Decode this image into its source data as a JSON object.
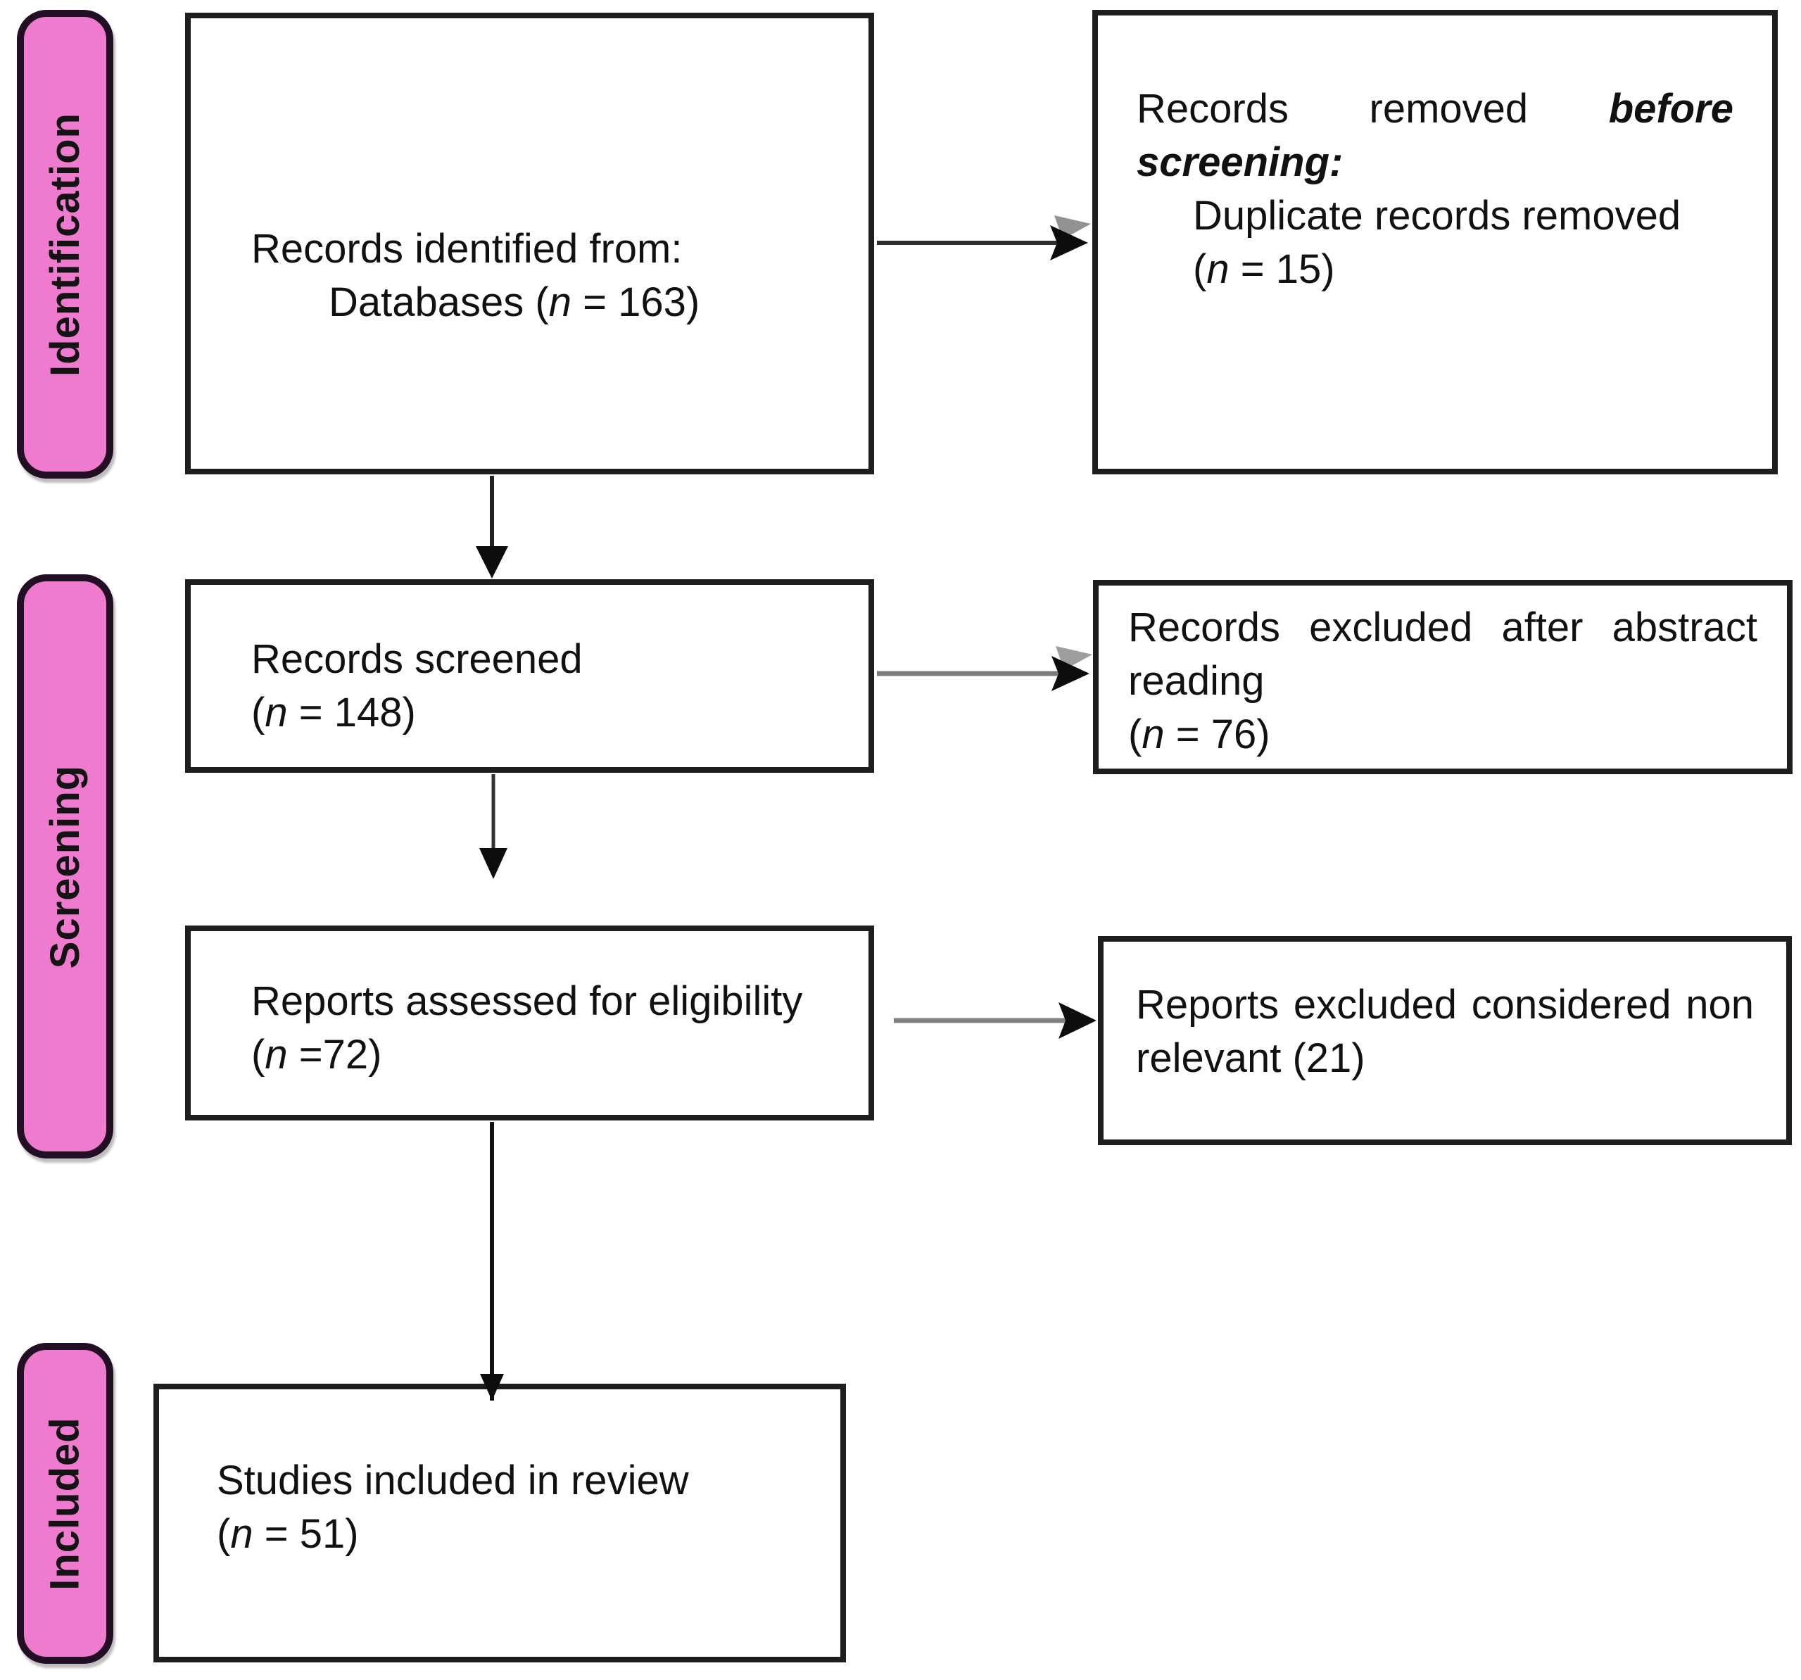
{
  "figure": {
    "kind": "PRISMA flow diagram",
    "background": "#ffffff"
  },
  "colors": {
    "stage_fill": "#ee7bce",
    "stage_border": "#220f24",
    "box_border": "#1e1e1e",
    "box_fill": "#ffffff",
    "text": "#111111",
    "arrow_line_dark": "#2e2e2e",
    "arrow_line_gray": "#7d7d7d",
    "arrow_head": "#0d0d0d"
  },
  "stages": {
    "identification": "Identification",
    "screening": "Screening",
    "included": "Included"
  },
  "boxes": {
    "identified": {
      "line1": "Records identified from:",
      "line2_prefix": "Databases (",
      "line2_n": "n",
      "line2_suffix": " = 163)"
    },
    "removed_before_screening": {
      "word1": "Records",
      "word2": "removed",
      "word3_italic": "before",
      "line2_italic": "screening:",
      "line3": "Duplicate records removed",
      "line4_prefix": "(",
      "line4_n": "n",
      "line4_suffix": " = 15)"
    },
    "screened": {
      "line1": "Records screened",
      "line2_prefix": "(",
      "line2_n": "n",
      "line2_suffix": " = 148)"
    },
    "excluded_after_abstract": {
      "word1": "Records",
      "word2": "excluded",
      "word3": "after",
      "word4": "abstract",
      "line2": "reading",
      "line3_prefix": "(",
      "line3_n": "n",
      "line3_suffix": " = 76)"
    },
    "assessed": {
      "line1": "Reports assessed for eligibility",
      "line2_prefix": "(",
      "line2_n": "n",
      "line2_suffix": " =72)"
    },
    "excluded_non_relevant": {
      "word1": "Reports",
      "word2": "excluded",
      "word3": "considered",
      "word4": "non",
      "line2": "relevant (21)"
    },
    "included_in_review": {
      "line1": "Studies included in review",
      "line2_prefix": "(",
      "line2_n": "n",
      "line2_suffix": " = 51)"
    }
  },
  "counts": {
    "records_identified": 163,
    "duplicates_removed": 15,
    "records_screened": 148,
    "excluded_after_abstract": 76,
    "reports_assessed": 72,
    "excluded_non_relevant": 21,
    "studies_included": 51
  }
}
